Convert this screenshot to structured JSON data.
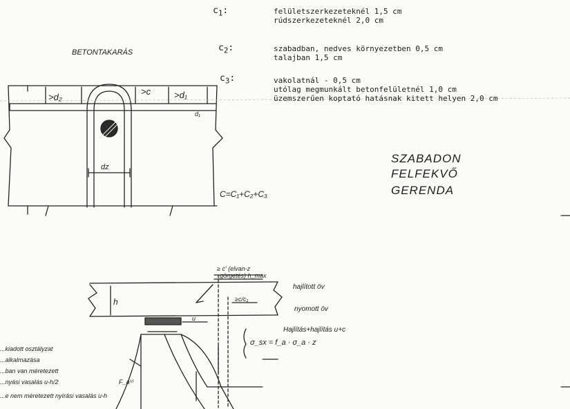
{
  "cover_rules": {
    "c1": {
      "symbol": "c",
      "subscript": "1",
      "lines": [
        "felületszerkezeteknél 1,5 cm",
        "rúdszerkezeteknél 2,0 cm"
      ]
    },
    "c2": {
      "symbol": "c",
      "subscript": "2",
      "lines": [
        "szabadban, nedves környezetben 0,5 cm",
        "talajban 1,5 cm"
      ]
    },
    "c3": {
      "symbol": "c",
      "subscript": "3",
      "lines": [
        "vakolatnál - 0,5 cm",
        "utólag megmunkált betonfelületnél 1,0 cm",
        "üzemszerűen koptató hatásnak kitett helyen 2,0 cm"
      ]
    }
  },
  "section_sketch": {
    "title": "BETONTAKARÁS",
    "label_d2": ">d₂",
    "label_c": ">c",
    "label_d1": ">d₁",
    "label_bar_d": "d₁",
    "label_dz": "dz",
    "formula": "C=C₁+C₂+C₃"
  },
  "beam_heading": [
    "SZABADON",
    "FELFEKVŐ",
    "GERENDA"
  ],
  "support_sketch": {
    "label_h": "h",
    "label_top_a": "≥ c' (elvan-z",
    "label_top_b": "görgetés) h_max",
    "label_cc": "≥c/c₁",
    "label_u": "u",
    "label_hajlitott": "hajlított öv",
    "label_nyomott": "nyomott öv",
    "label_tamasz": "Hajlítás+hajlítás   u+c",
    "formula": "σ_sx = f_a · σ_a · z",
    "label_fa": "F_a⁽ᵗ⁾",
    "left_notes": [
      "...kiadott osztályzat",
      "...alkalmazása",
      "...ban van méretezett",
      "...nyási vasalás u-h/2",
      "...e nem méretezett nyírási vasalás u-h"
    ]
  }
}
